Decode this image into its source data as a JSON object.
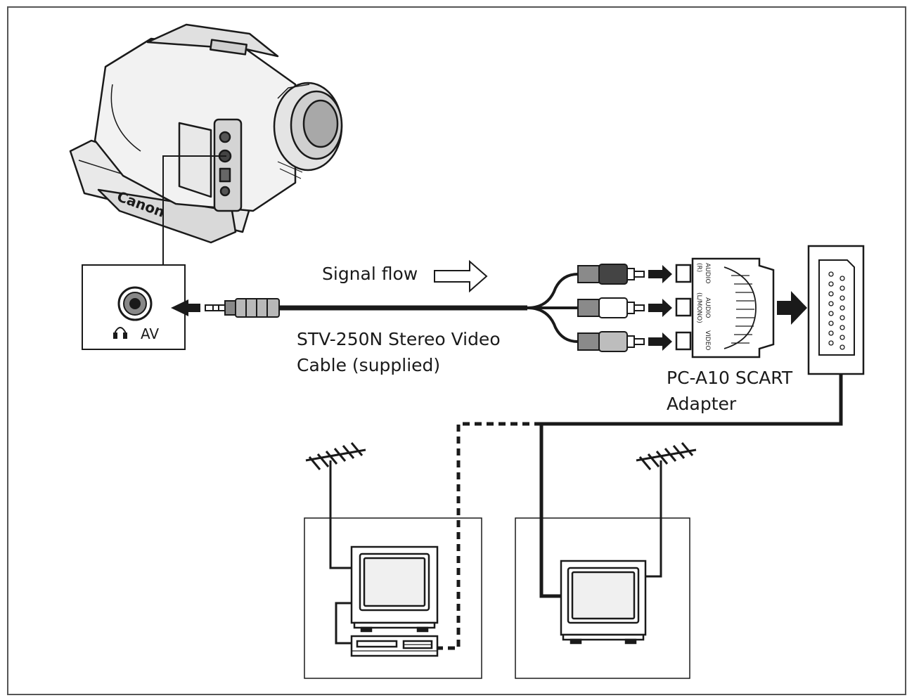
{
  "labels": {
    "signal_flow": "Signal flow",
    "av_terminal": "AV",
    "cable_line1": "STV-250N Stereo Video",
    "cable_line2": "Cable (supplied)",
    "adapter_line1": "PC-A10 SCART",
    "adapter_line2": "Adapter",
    "camera_brand": "Canon",
    "adapter_audio_r": "AUDIO",
    "adapter_audio_r_sub": "(R)",
    "adapter_audio_l": "AUDIO",
    "adapter_audio_l_sub": "(L/MONO)",
    "adapter_video": "VIDEO"
  },
  "icons": {
    "headphone": "headphone-icon",
    "signal_arrow": "hollow-arrow-right-icon"
  }
}
